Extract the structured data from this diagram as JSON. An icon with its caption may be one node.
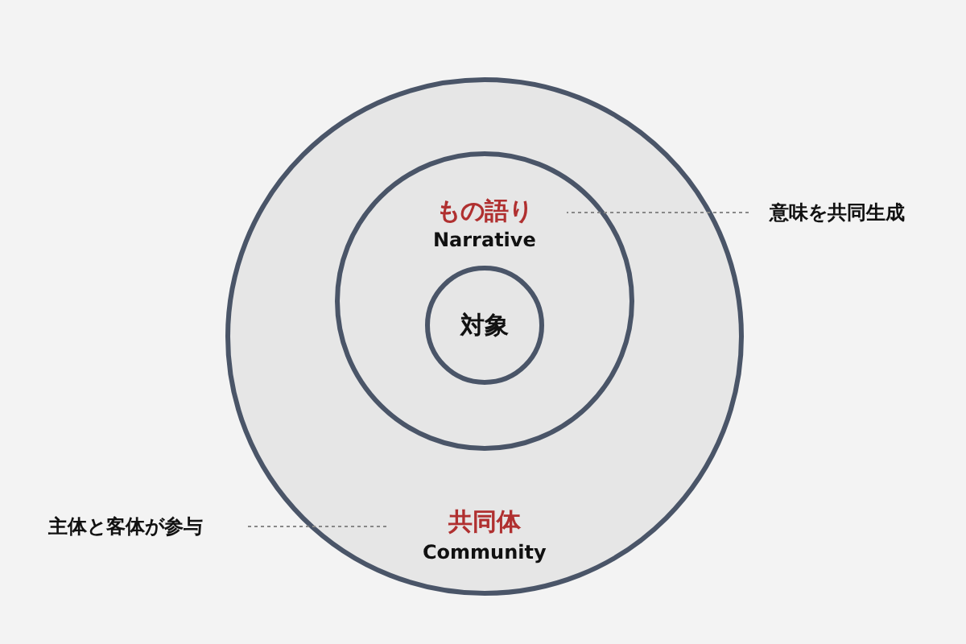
{
  "diagram": {
    "nodes": [
      {
        "text": [
          "共同体",
          "Community"
        ]
      },
      {
        "text": [
          "もの語り",
          "Narrative"
        ],
        "in": 0
      },
      {
        "text": [
          "対象"
        ],
        "in": 1
      },
      {
        "text": [
          "意味を共同生成"
        ]
      },
      {
        "text": [
          "主体と客体が参与"
        ]
      }
    ],
    "edges": [
      {
        "from": 3,
        "to": 1,
        "arrow": "none",
        "style": "dashed"
      },
      {
        "from": 4,
        "to": 0,
        "arrow": "none",
        "style": "dashed"
      }
    ]
  }
}
